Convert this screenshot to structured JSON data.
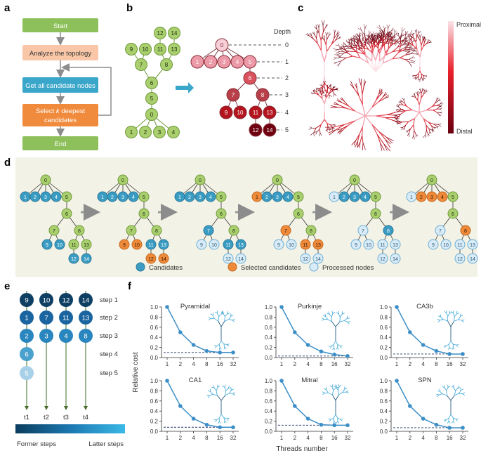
{
  "panel_labels": {
    "a": "a",
    "b": "b",
    "c": "c",
    "d": "d",
    "e": "e",
    "f": "f"
  },
  "flowchart": {
    "start": "Start",
    "analyze": "Analyze the topology",
    "get": "Get all candidate nodes",
    "select_line1_pre": "Select ",
    "select_k": "k",
    "select_line1_post": " deepest",
    "select_line2": "candidates",
    "end": "End"
  },
  "tree_depth": {
    "depth_title": "Depth",
    "depth_levels": [
      "0",
      "1",
      "2",
      "3",
      "4",
      "5"
    ]
  },
  "colorbar_c": {
    "proximal": "Proximal",
    "distal": "Distal"
  },
  "legend_d": {
    "candidates": "Candidates",
    "selected": "Selected candidates",
    "processed": "Processed nodes"
  },
  "schedule": {
    "steps": [
      "step 1",
      "step 2",
      "step 3",
      "step 4",
      "step 5"
    ],
    "threads": [
      "t1",
      "t2",
      "t3",
      "t4"
    ],
    "columns": [
      [
        "9",
        "1",
        "2",
        "6",
        "5"
      ],
      [
        "10",
        "7",
        "3"
      ],
      [
        "12",
        "11",
        "4"
      ],
      [
        "14",
        "13",
        "8"
      ]
    ],
    "bar_left": "Former steps",
    "bar_right": "Latter steps"
  },
  "colors": {
    "green_fill": "#a9cf6e",
    "green_stroke": "#6f9a3a",
    "orange": "#ee8a3a",
    "blue": "#3a9cc2",
    "light_blue": "#d8ebf6",
    "flow_green": "#8dc05a",
    "flow_peach": "#f9c7a7",
    "flow_blue": "#3aa6c9",
    "flow_orange": "#f08a3c",
    "panel_d_bg": "#f3f2e6",
    "line_blue": "#3d8fc7"
  },
  "chart_data": {
    "type": "line",
    "xlabel": "Threads number",
    "ylabel": "Relative cost",
    "x": [
      1,
      2,
      4,
      8,
      16,
      32
    ],
    "xtick_labels": [
      "1",
      "2",
      "4",
      "8",
      "16",
      "32"
    ],
    "ytick_labels": [
      "0.0",
      "0.2",
      "0.4",
      "0.6",
      "0.8",
      "1.0"
    ],
    "ylim": [
      0,
      1
    ],
    "panels": [
      {
        "name": "Pyramidal",
        "values": [
          1.0,
          0.5,
          0.25,
          0.13,
          0.1,
          0.1
        ],
        "baseline": 0.1
      },
      {
        "name": "Purkinje",
        "values": [
          1.0,
          0.5,
          0.25,
          0.12,
          0.06,
          0.03
        ],
        "baseline": 0.03
      },
      {
        "name": "CA3b",
        "values": [
          1.0,
          0.5,
          0.25,
          0.13,
          0.07,
          0.07
        ],
        "baseline": 0.07
      },
      {
        "name": "CA1",
        "values": [
          1.0,
          0.5,
          0.25,
          0.13,
          0.08,
          0.08
        ],
        "baseline": 0.08
      },
      {
        "name": "Mitral",
        "values": [
          1.0,
          0.5,
          0.25,
          0.13,
          0.12,
          0.12
        ],
        "baseline": 0.12
      },
      {
        "name": "SPN",
        "values": [
          1.0,
          0.5,
          0.25,
          0.13,
          0.07,
          0.07
        ],
        "baseline": 0.07
      }
    ]
  }
}
